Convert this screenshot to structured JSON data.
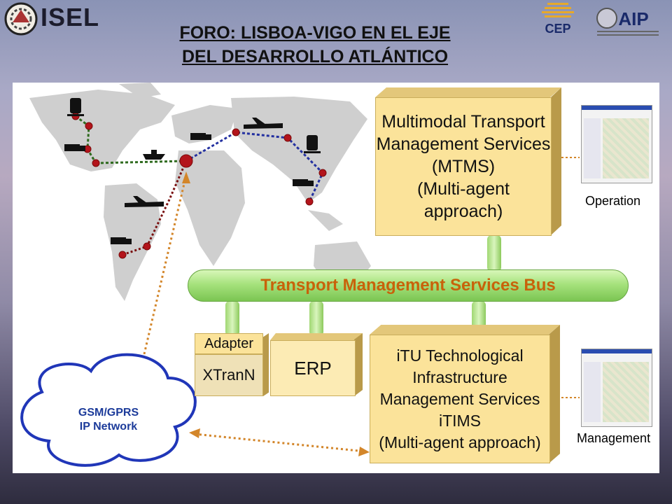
{
  "header": {
    "isel_logo_text": "ISEL",
    "title_line1": "FORO: LISBOA-VIGO EN EL EJE",
    "title_line2": "DEL DESARROLLO ATLÁNTICO",
    "cep_logo_text": "CEP",
    "aip_logo_text": "AIP"
  },
  "diagram": {
    "mtms_box": "Multimodal Transport\nManagement Services\n(MTMS)\n(Multi-agent approach)",
    "bus_label": "Transport Management Services Bus",
    "adapter_label": "Adapter",
    "xtrann_label": "XTranN",
    "erp_label": "ERP",
    "itims_box": "iTU Technological\nInfrastructure\nManagement Services\niTIMS\n(Multi-agent approach)",
    "cloud_line1": "GSM/GPRS",
    "cloud_line2": "IP Network",
    "operation_label": "Operation",
    "management_label": "Management"
  },
  "colors": {
    "box_fill": "#fbe39a",
    "bus_green": "#a6e27d",
    "bus_text": "#c8620a",
    "cloud_text": "#1c3b9a",
    "route_green": "#2f6b1f",
    "route_blue": "#2330a0",
    "route_red": "#7a1010",
    "connector_orange": "#d3862a"
  },
  "icons": [
    "train-icon",
    "truck-icon",
    "ship-icon",
    "airplane-icon",
    "node-dot-icon",
    "cloud-icon",
    "screen-thumbnail-icon"
  ]
}
